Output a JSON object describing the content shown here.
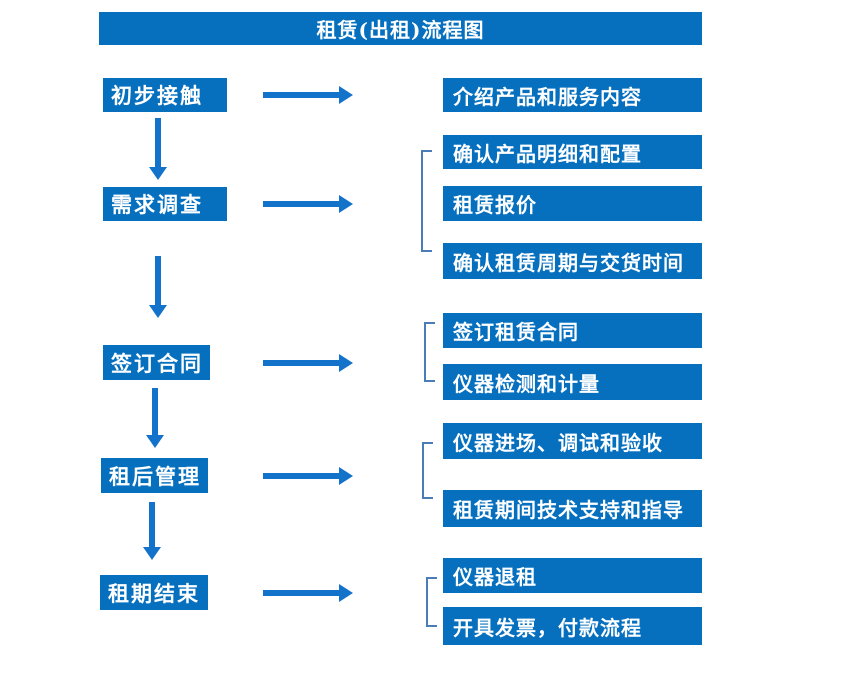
{
  "title": "租赁(出租)流程图",
  "colors": {
    "box_blue": "#0670BF",
    "arrow_blue": "#1373CA",
    "bracket_blue": "#4A7CB8",
    "text_white": "#FFFFFF",
    "background": "#FFFFFF"
  },
  "steps": [
    {
      "label": "初步接触",
      "details": [
        "介绍产品和服务内容"
      ]
    },
    {
      "label": "需求调查",
      "details": [
        "确认产品明细和配置",
        "租赁报价",
        "确认租赁周期与交货时间"
      ]
    },
    {
      "label": "签订合同",
      "details": [
        "签订租赁合同",
        "仪器检测和计量"
      ]
    },
    {
      "label": "租后管理",
      "details": [
        "仪器进场、调试和验收",
        "租赁期间技术支持和指导"
      ]
    },
    {
      "label": "租期结束",
      "details": [
        "仪器退租",
        "开具发票，付款流程"
      ]
    }
  ]
}
